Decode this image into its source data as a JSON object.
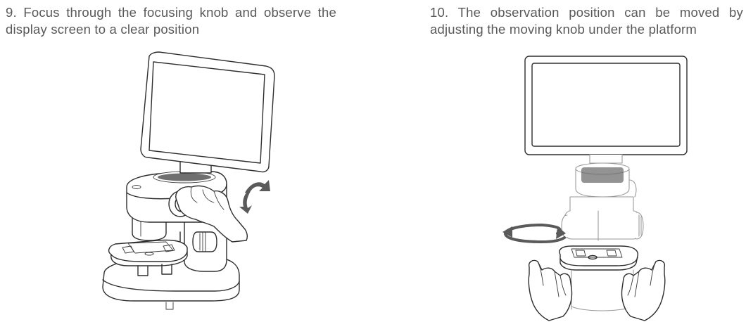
{
  "steps": [
    {
      "number": "9.",
      "text": "Focus through the focusing knob and observe the display screen to a clear position",
      "illustration_icon": "microscope-focus-knob-illustration"
    },
    {
      "number": "10.",
      "text": "The observation position can be moved by adjusting the moving knob under the platform",
      "illustration_icon": "microscope-platform-knob-illustration"
    }
  ]
}
